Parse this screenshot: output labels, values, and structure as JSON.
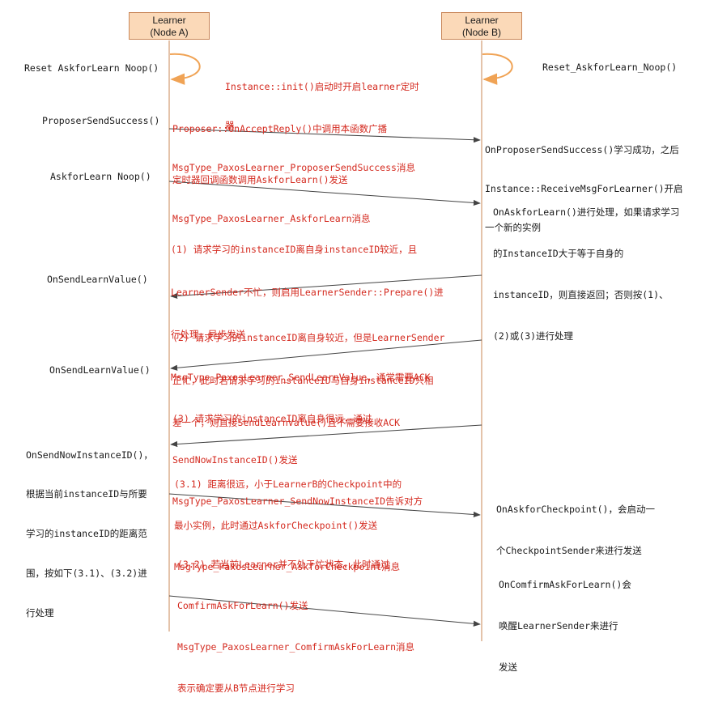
{
  "participants": {
    "a": {
      "name": "Learner",
      "node": "(Node A)"
    },
    "b": {
      "name": "Learner",
      "node": "(Node B)"
    }
  },
  "colors": {
    "box_fill": "#fbd9b8",
    "box_border": "#c9875a",
    "lifeline": "#d29b72",
    "self_loop": "#f0a355",
    "message_arrow": "#444444",
    "annotation_red": "#d42a1f",
    "text": "#1a1a1a"
  },
  "labels": {
    "reset_a": "Reset AskforLearn Noop()",
    "reset_b": "Reset_AskforLearn_Noop()",
    "init_note": [
      "Instance::init()启动时开启learner定时",
      "器"
    ],
    "proposer_send_success": "ProposerSendSuccess()",
    "proposer_note": [
      "Proposer::OnAcceptReply()中调用本函数广播",
      "MsgType_PaxosLearner_ProposerSendSuccess消息"
    ],
    "on_proposer_success": [
      "OnProposerSendSuccess()学习成功，之后",
      "Instance::ReceiveMsgForLearner()开启",
      "一个新的实例"
    ],
    "askfor_learn_noop": "AskforLearn Noop()",
    "timer_note": [
      "定时器回调函数调用AskforLearn()发送",
      "MsgType_PaxosLearner_AskforLearn消息"
    ],
    "on_askfor_learn": [
      "OnAskforLearn()进行处理，如果请求学习",
      "的InstanceID大于等于自身的",
      "instanceID，则直接返回；否则按(1)、",
      "(2)或(3)进行处理"
    ],
    "case1_note": [
      "(1) 请求学习的instanceID离自身instanceID较近，且",
      "LearnerSender不忙，则启用LearnerSender::Prepare()进",
      "行处理，异步发送",
      "MsgType_PaxosLearner_SendLearnValue，通常需要ACK"
    ],
    "on_send_learn_value_1": "OnSendLearnValue()",
    "case2_note": [
      "(2) 请求学习的instanceID离自身较近，但是LearnerSender",
      "正忙，此时若请求学习的instanceID与自身instanceID只相",
      "差一个，则直接SendLearnValue()且不需要接收ACK"
    ],
    "on_send_learn_value_2": "OnSendLearnValue()",
    "case3_note": [
      "(3) 请求学习的instanceID离自身很远，通过",
      "SendNowInstanceID()发送",
      "MsgType_PaxosLearner_SendNowInstanceID告诉对方"
    ],
    "on_send_now_instance": [
      "OnSendNowInstanceID()，",
      "根据当前instanceID与所要",
      "学习的instanceID的距离范",
      "围，按如下(3.1)、(3.2)进",
      "行处理"
    ],
    "case31_note": [
      "(3.1) 距离很远，小于LearnerB的Checkpoint中的",
      "最小实例，此时通过AskforCheckpoint()发送",
      "MsgType_PaxosLearner_AskforCheckpoint消息"
    ],
    "on_askfor_checkpoint": [
      "OnAskforCheckpoint()，会启动一",
      "个CheckpointSender来进行发送"
    ],
    "case32_note": [
      "(3.2) 若当前Learner并不处于忙状态，此时通过",
      "ComfirmAskForLearn()发送",
      "MsgType_PaxosLearner_ComfirmAskForLearn消息",
      "表示确定要从B节点进行学习"
    ],
    "on_confirm_askfor_learn": [
      "OnComfirmAskForLearn()会",
      "唤醒LearnerSender来进行",
      "发送"
    ]
  }
}
